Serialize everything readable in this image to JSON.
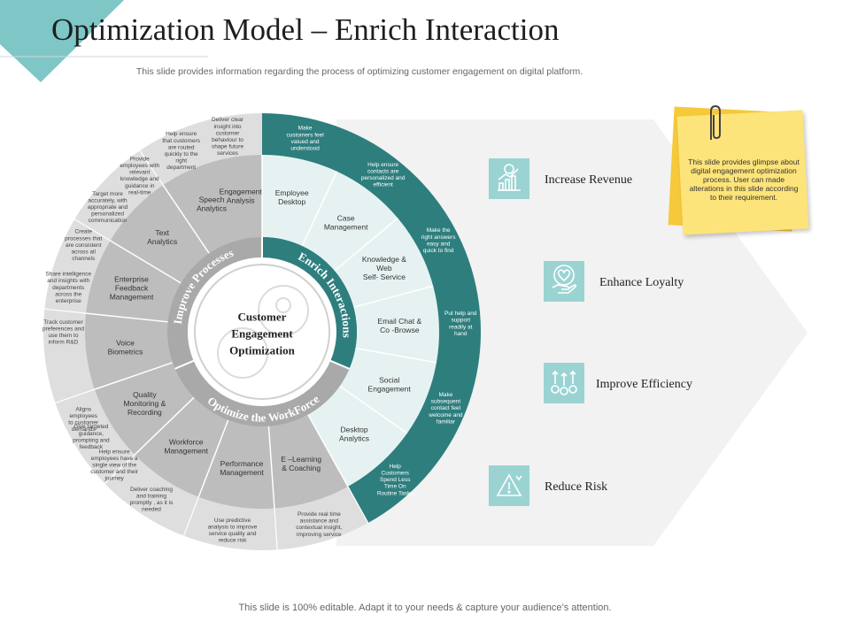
{
  "title": "Optimization Model – Enrich Interaction",
  "subtitle": "This slide provides information regarding the process of optimizing customer engagement on digital platform.",
  "footer": "This slide is 100% editable. Adapt it to your needs & capture your audience’s attention.",
  "colors": {
    "teal": "#2e7e7e",
    "teal_light": "#e6f2f2",
    "mid_gray": "#bdbdbd",
    "outer_gray": "#dedede",
    "icon_box": "#9bd3d3",
    "sticky": "#fde47a"
  },
  "center": {
    "lines": [
      "Customer",
      "Engagement",
      "Optimization"
    ]
  },
  "rings": {
    "enrich": "Enrich Interactions",
    "improve": "Improve Processes",
    "workforce": "Optimize the WorkForce"
  },
  "enrich_items": [
    {
      "label": [
        "Employee",
        "Desktop"
      ],
      "desc": [
        "Make",
        "customers feel",
        "valued and",
        "understood"
      ]
    },
    {
      "label": [
        "Case",
        "Management"
      ],
      "desc": [
        "Help ensure",
        "contacts are",
        "personalized and",
        "efficient"
      ]
    },
    {
      "label": [
        "Knowledge &",
        "Web",
        "Self- Service"
      ],
      "desc": [
        "Make the",
        "right answers",
        "easy and",
        "quick to find"
      ]
    },
    {
      "label": [
        "Email Chat &",
        "Co -Browse"
      ],
      "desc": [
        "Put help and",
        "support",
        "readily at",
        "hand"
      ]
    },
    {
      "label": [
        "Social",
        "Engagement"
      ],
      "desc": [
        "Make",
        "subsequent",
        "contact feel",
        "welcome and",
        "familiar"
      ]
    },
    {
      "label": [
        "Desktop",
        "Analytics"
      ],
      "desc": [
        "Help",
        "Customers",
        "Spend Less",
        "Time On",
        "Routine Tasks"
      ]
    }
  ],
  "workforce_items": [
    {
      "label": [
        "E –Learning",
        "& Coaching"
      ],
      "desc": [
        "Provide real time",
        "assistance and",
        "contextual insight,",
        "improving service"
      ]
    },
    {
      "label": [
        "Performance",
        "Management"
      ],
      "desc": [
        "Use predictive",
        "analysis to improve",
        "service quality and",
        "reduce risk"
      ]
    },
    {
      "label": [
        "Workforce",
        "Management"
      ],
      "desc": [
        "Deliver coaching",
        "and training",
        "promptly , as it is",
        "needed"
      ]
    },
    {
      "label": [
        "Quality",
        "Monitoring &",
        "Recording"
      ],
      "desc": [
        "Give targeted",
        "guidance,",
        "prompting and",
        "feedback"
      ]
    }
  ],
  "improve_items": [
    {
      "label": [
        "Voice",
        "Biometrics"
      ],
      "desc": [
        "Aligns",
        "employees",
        "to customer",
        "demands"
      ]
    },
    {
      "label": [
        "Enterprise",
        "Feedback",
        "Management"
      ],
      "desc": [
        "Help ensure",
        "employees have a",
        "single view of the",
        "customer and their",
        "journey"
      ]
    },
    {
      "label": [
        "Text",
        "Analytics"
      ],
      "desc": [
        "Track customer",
        "preferences and",
        "use them to",
        "inform R&D"
      ]
    },
    {
      "label": [
        "Speech",
        "Analytics"
      ],
      "desc": [
        "Share intelligence",
        "and insights with",
        "departments",
        "across the",
        "enterprise"
      ]
    },
    {
      "label": [
        "Engagement",
        "Analysis"
      ],
      "desc": [
        "Create",
        "processes that",
        "are consistent",
        "across all",
        "channels"
      ]
    },
    {
      "label": [],
      "desc": [
        "Target more",
        "accurately, with",
        "appropriate and",
        "personalized",
        "communication"
      ]
    },
    {
      "label": [],
      "desc": [
        "Provide",
        "employees with",
        "relevant",
        "knowledge and",
        "guidance in",
        "real-time"
      ]
    },
    {
      "label": [],
      "desc": [
        "Help ensure",
        "that customers",
        "are routed",
        "quickly to the",
        "right",
        "department"
      ]
    },
    {
      "label": [],
      "desc": [
        "Deliver clear",
        "insight into",
        "customer",
        "behaviour to",
        "shape future",
        "services"
      ]
    }
  ],
  "benefits": [
    {
      "label": "Increase Revenue",
      "icon": "growth-chart-icon"
    },
    {
      "label": "Enhance Loyalty",
      "icon": "heart-hand-icon"
    },
    {
      "label": "Improve Efficiency",
      "icon": "gears-arrows-icon"
    },
    {
      "label": "Reduce Risk",
      "icon": "warning-triangle-icon"
    }
  ],
  "note": {
    "text": "This slide provides glimpse about digital engagement optimization process. User can made alterations in this slide according to their requirement."
  }
}
